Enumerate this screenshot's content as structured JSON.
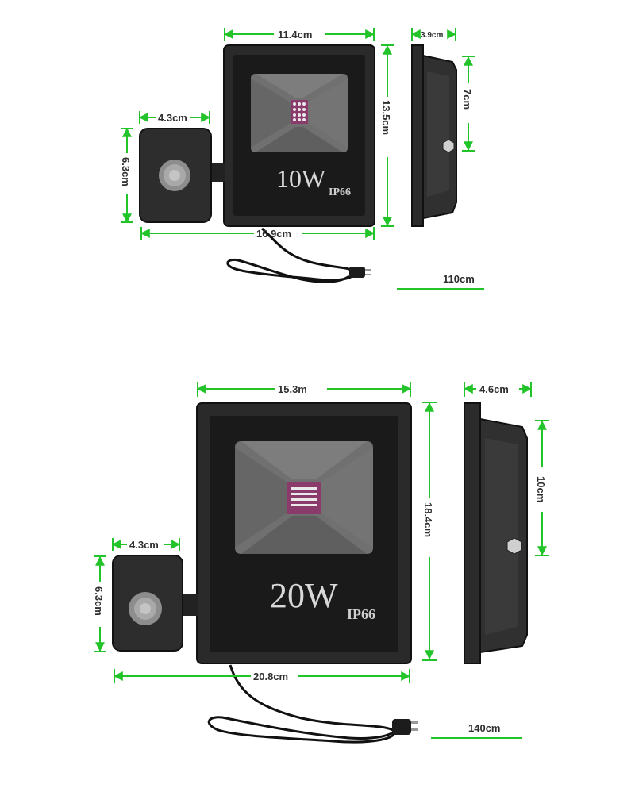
{
  "products": [
    {
      "power_label": "10W",
      "rating_label": "IP66",
      "dims": {
        "width": "11.4cm",
        "height": "13.5cm",
        "depth": "3.9cm",
        "side_height": "7cm",
        "sensor_width": "4.3cm",
        "sensor_height": "6.3cm",
        "total_width": "16.9cm",
        "cable": "110cm"
      }
    },
    {
      "power_label": "20W",
      "rating_label": "IP66",
      "dims": {
        "width": "15.3m",
        "height": "18.4cm",
        "depth": "4.6cm",
        "side_height": "10cm",
        "sensor_width": "4.3cm",
        "sensor_height": "6.3cm",
        "total_width": "20.8cm",
        "cable": "140cm"
      }
    }
  ],
  "colors": {
    "dimension_line": "#22c42a",
    "housing": "#2a2a2a",
    "lens": "#6e6e6e",
    "chip": "#8a3b6b",
    "text": "#2f2f2f"
  }
}
